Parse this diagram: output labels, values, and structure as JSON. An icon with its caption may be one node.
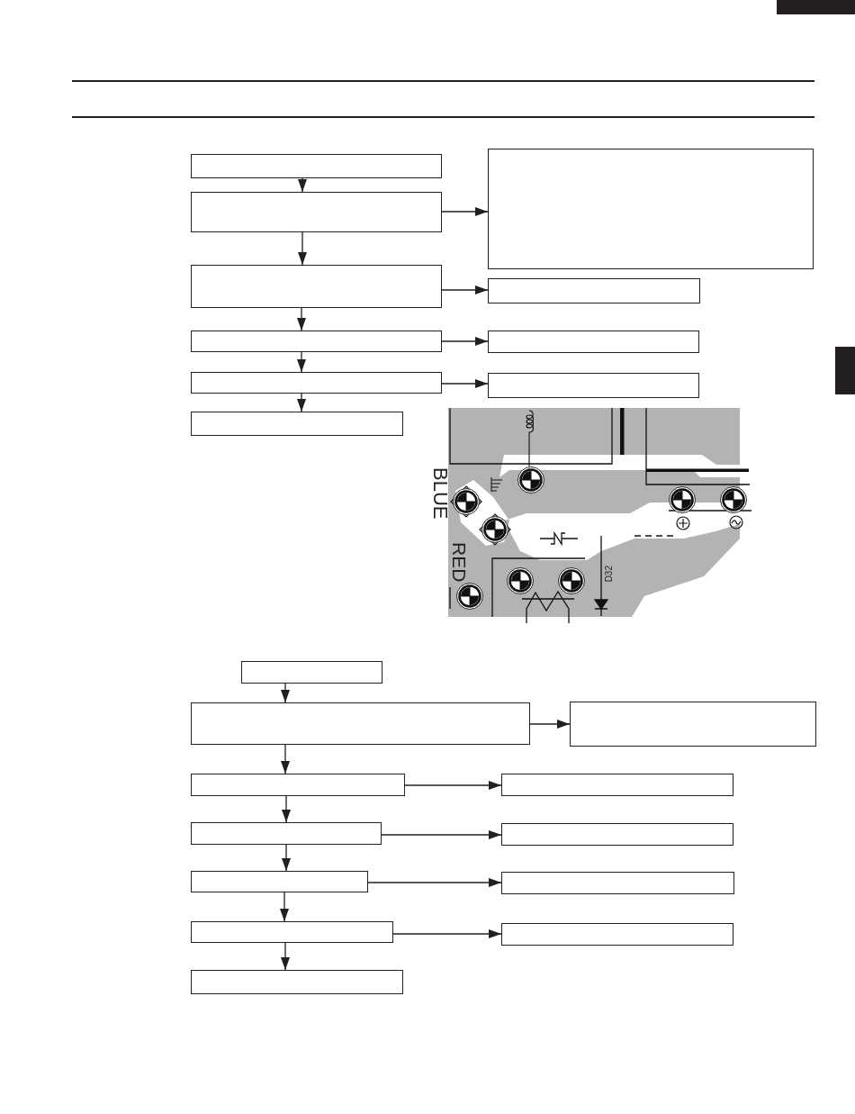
{
  "diagram": {
    "nodes": [
      {
        "text": [],
        "shape": "box"
      },
      {
        "text": [],
        "shape": "box"
      },
      {
        "text": [],
        "shape": "box"
      },
      {
        "text": [],
        "shape": "box"
      },
      {
        "text": [],
        "shape": "box"
      },
      {
        "text": [],
        "shape": "box"
      },
      {
        "text": [],
        "shape": "box"
      },
      {
        "text": [],
        "shape": "box"
      },
      {
        "text": [],
        "shape": "box"
      },
      {
        "text": [],
        "shape": "box"
      },
      {
        "text": [],
        "shape": "box"
      },
      {
        "text": [],
        "shape": "box"
      },
      {
        "text": [],
        "shape": "box"
      },
      {
        "text": [],
        "shape": "box"
      },
      {
        "text": [],
        "shape": "box"
      },
      {
        "text": [],
        "shape": "box"
      },
      {
        "text": [],
        "shape": "box"
      },
      {
        "text": [],
        "shape": "box"
      },
      {
        "text": [],
        "shape": "box"
      },
      {
        "text": [],
        "shape": "box"
      },
      {
        "text": [],
        "shape": "box"
      },
      {
        "text": [],
        "shape": "box"
      }
    ],
    "edges": [
      {
        "from": 0,
        "to": 1,
        "arrow": "to"
      },
      {
        "from": 1,
        "to": 2,
        "arrow": "to"
      },
      {
        "from": 1,
        "to": 3,
        "arrow": "to"
      },
      {
        "from": 3,
        "to": 4,
        "arrow": "to"
      },
      {
        "from": 3,
        "to": 5,
        "arrow": "to"
      },
      {
        "from": 5,
        "to": 6,
        "arrow": "to"
      },
      {
        "from": 5,
        "to": 7,
        "arrow": "to"
      },
      {
        "from": 7,
        "to": 8,
        "arrow": "to"
      },
      {
        "from": 7,
        "to": 9,
        "arrow": "to"
      },
      {
        "from": 10,
        "to": 11,
        "arrow": "to"
      },
      {
        "from": 11,
        "to": 12,
        "arrow": "to"
      },
      {
        "from": 11,
        "to": 13,
        "arrow": "to"
      },
      {
        "from": 13,
        "to": 14,
        "arrow": "to"
      },
      {
        "from": 13,
        "to": 15,
        "arrow": "to"
      },
      {
        "from": 15,
        "to": 16,
        "arrow": "to"
      },
      {
        "from": 15,
        "to": 17,
        "arrow": "to"
      },
      {
        "from": 17,
        "to": 18,
        "arrow": "to"
      },
      {
        "from": 17,
        "to": 19,
        "arrow": "to"
      },
      {
        "from": 19,
        "to": 20,
        "arrow": "to"
      },
      {
        "from": 19,
        "to": 21,
        "arrow": "to"
      }
    ],
    "labels": [
      "BLUE",
      "RED",
      "D32"
    ]
  }
}
